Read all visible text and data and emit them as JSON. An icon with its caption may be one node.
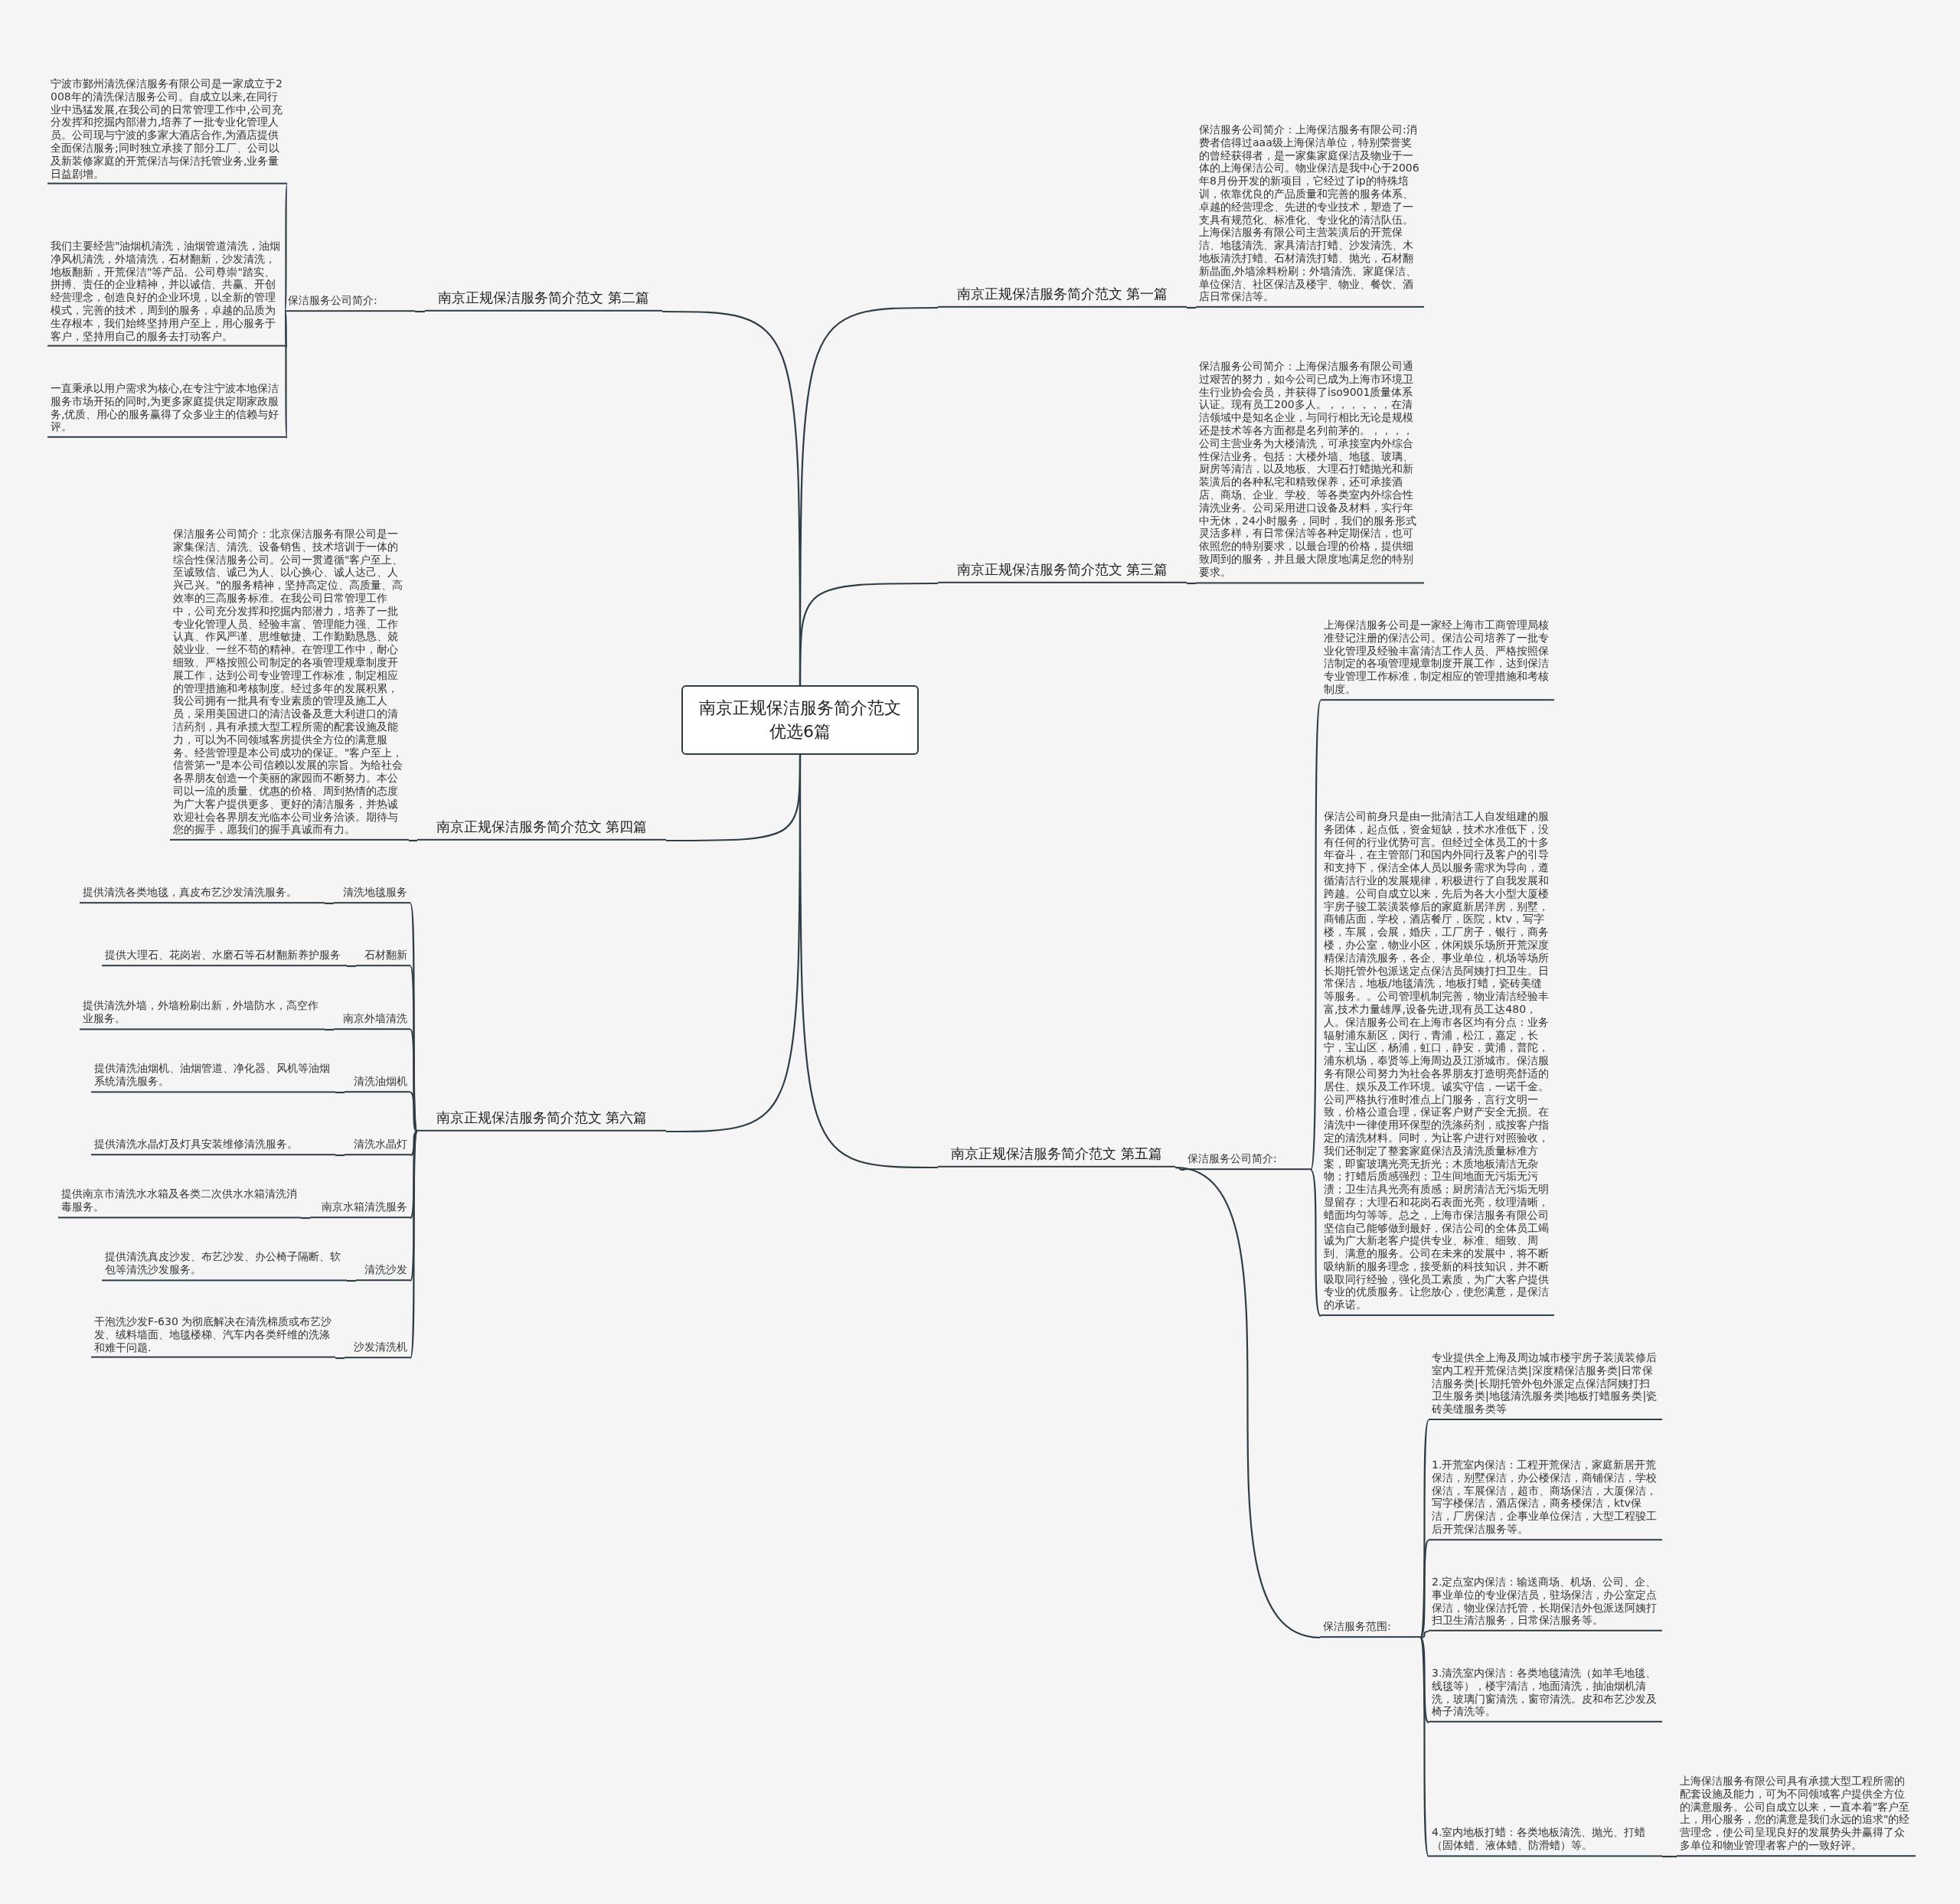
{
  "diagram": {
    "nodes": [
      {
        "text": [
          "南京正规保洁服务简介范文优选6篇"
        ]
      },
      {
        "text": [
          "南京正规保洁服务简介范文 第一篇"
        ]
      },
      {
        "text": [
          "保洁服务公司简介：上海保洁服务有限公司:消费者信得过aaa级上海保洁单位，特别荣誉奖的曾经获得者，是一家集家庭保洁及物业于一体的上海保洁公司。物业保洁是我中心于2006年8月份开发的新项目，它经过了ip的特殊培训，依靠优良的产品质量和完善的服务体系、卓越的经营理念、先进的专业技术，塑造了一支具有规范化、标准化、专业化的清洁队伍。上海保洁服务有限公司主营装潢后的开荒保洁、地毯清洗、家具清洁打蜡、沙发清洗、木地板清洗打蜡、石材清洗打蜡、抛光，石材翻新晶面,外墙涂料粉刷；外墙清洗、家庭保洁、单位保洁、社区保洁及楼宇、物业、餐饮、酒店日常保洁等。"
        ]
      },
      {
        "text": [
          "南京正规保洁服务简介范文 第二篇"
        ]
      },
      {
        "text": [
          "保洁服务公司简介:"
        ]
      },
      {
        "text": [
          "宁波市鄞州清洗保洁服务有限公司是一家成立于2008年的清洗保洁服务公司。自成立以来,在同行业中迅猛发展,在我公司的日常管理工作中,公司充分发挥和挖掘内部潜力,培养了一批专业化管理人员。公司现与宁波的多家大酒店合作,为酒店提供全面保洁服务;同时独立承接了部分工厂、公司以及新装修家庭的开荒保洁与保洁托管业务,业务量日益剧增。"
        ]
      },
      {
        "text": [
          "我们主要经营\"油烟机清洗，油烟管道清洗，油烟净风机清洗，外墙清洗，石材翻新，沙发清洗，地板翻新，开荒保洁\"等产品。公司尊崇\"踏实、拼搏、责任的企业精神，并以诚信、共赢、开创经营理念，创造良好的企业环境，以全新的管理模式，完善的技术，周到的服务，卓越的品质为生存根本，我们始终坚持用户至上，用心服务于客户，坚持用自己的服务去打动客户。"
        ]
      },
      {
        "text": [
          "一直秉承以用户需求为核心,在专注宁波本地保洁服务市场开拓的同时,为更多家庭提供定期家政服务,优质、用心的服务赢得了众多业主的信赖与好评。"
        ]
      },
      {
        "text": [
          "南京正规保洁服务简介范文 第三篇"
        ]
      },
      {
        "text": [
          "保洁服务公司简介：上海保洁服务有限公司通过艰苦的努力，如今公司已成为上海市环境卫生行业协会会员，并获得了iso9001质量体系认证。现有员工200多人。，，，，，，在清洁领域中是知名企业，与同行相比无论是规模还是技术等各方面都是名列前茅的。，，，，公司主营业务为大楼清洗，可承接室内外综合性保洁业务。包括：大楼外墙、地毯、玻璃、厨房等清洁，以及地板、大理石打蜡抛光和新装潢后的各种私宅和精致保养，还可承接酒店、商场、企业、学校、等各类室内外综合性清洗业务。公司采用进口设备及材料，实行年中无休，24小时服务，同时，我们的服务形式灵活多样，有日常保洁等各种定期保洁，也可依照您的特别要求，以最合理的价格，提供细致周到的服务，并且最大限度地满足您的特别要求。"
        ]
      },
      {
        "text": [
          "南京正规保洁服务简介范文 第四篇"
        ]
      },
      {
        "text": [
          "保洁服务公司简介：北京保洁服务有限公司是一家集保洁、清洗、设备销售、技术培训于一体的综合性保洁服务公司。公司一贯遵循\"客户至上、至诚致信、诚己为人、以心换心、诚人达己、人兴己兴。\"的服务精神，坚持高定位、高质量、高效率的三高服务标准。在我公司日常管理工作中，公司充分发挥和挖掘内部潜力，培养了一批专业化管理人员、经验丰富、管理能力强、工作认真、作风严谨、思维敏捷、工作勤勤恳恳、兢兢业业、一丝不苟的精神。在管理工作中，耐心细致、严格按照公司制定的各项管理规章制度开展工作，达到公司专业管理工作标准，制定相应的管理措施和考核制度。经过多年的发展积累，我公司拥有一批具有专业素质的管理及施工人员，采用美国进口的清洁设备及意大利进口的清洁药剂，具有承揽大型工程所需的配套设施及能力，可以为不同领域客房提供全方位的满意服务。经营管理是本公司成功的保证。\"客户至上，信誉第一\"是本公司信赖以发展的宗旨。为给社会各界朋友创造一个美丽的家园而不断努力。本公司以一流的质量、优惠的价格、周到热情的态度为广大客户提供更多、更好的清洁服务，并热诚欢迎社会各界朋友光临本公司业务洽谈。期待与您的握手，愿我们的握手真诚而有力。"
        ]
      },
      {
        "text": [
          "南京正规保洁服务简介范文 第五篇"
        ]
      },
      {
        "text": [
          "保洁服务公司简介:"
        ]
      },
      {
        "text": [
          "上海保洁服务公司是一家经上海市工商管理局核准登记注册的保洁公司。保洁公司培养了一批专业化管理及经验丰富清洁工作人员、严格按照保洁制定的各项管理规章制度开展工作，达到保洁专业管理工作标准，制定相应的管理措施和考核制度。"
        ]
      },
      {
        "text": [
          "保洁公司前身只是由一批清洁工人自发组建的服务团体，起点低，资金短缺，技术水准低下，没有任何的行业优势可言。但经过全体员工的十多年奋斗，在主管部门和国内外同行及客户的引导和支持下，保洁全体人员以服务需求为导向，遵循清洁行业的发展规律，积极进行了自我发展和跨越。公司自成立以来，先后为各大小型大厦楼宇房子骏工装潢装修后的家庭新居洋房，别墅，商铺店面，学校，酒店餐厅，医院，ktv，写字楼，车展，会展，婚庆，工厂房子，银行，商务楼，办公室，物业小区，休闲娱乐场所开荒深度精保洁清洗服务，各企、事业单位，机场等场所长期托管外包派送定点保洁员阿姨打扫卫生。日常保洁，地板/地毯清洗，地板打蜡，瓷砖美缝等服务。。公司管理机制完善，物业清洁经验丰富,技术力量雄厚,设备先进,现有员工达480，人。保洁服务公司在上海市各区均有分点：业务辐射浦东新区，闵行，青浦，松江，嘉定，长宁，宝山区，杨浦，虹口，静安，黄浦，普陀，浦东机场，奉贤等上海周边及江浙城市。保洁服务有限公司努力为社会各界朋友打造明亮舒适的居住、娱乐及工作环境。诚实守信，一诺千金。公司严格执行准时准点上门服务，言行文明一致，价格公道合理，保证客户财产安全无损。在清洗中一律使用环保型的洗涤药剂，或按客户指定的清洗材料。同时，为让客户进行对照验收，我们还制定了整套家庭保洁及清洗质量标准方案，即窗玻璃光亮无折光；木质地板清洁无杂物；打蜡后质感强烈；卫生间地面无污垢无污渍；卫生洁具光亮有质感；厨房清洁无污垢无明显留存；大理石和花岗石表面光亮，纹理清晰，蜡面均匀等等。总之，上海市保洁服务有限公司坚信自己能够做到最好，保洁公司的全体员工竭诚为广大新老客户提供专业、标准、细致、周到、满意的服务。公司在未来的发展中，将不断吸纳新的服务理念，接受新的科技知识，并不断吸取同行经验，强化员工素质，为广大客户提供专业的优质服务。让您放心，使您满意，是保洁的承诺。"
        ]
      },
      {
        "text": [
          "保洁服务范围:"
        ]
      },
      {
        "text": [
          "专业提供全上海及周边城市楼宇房子装潢装修后室内工程开荒保洁类|深度精保洁服务类|日常保洁服务类|长期托管外包外派定点保洁阿姨打扫卫生服务类|地毯清洗服务类|地板打蜡服务类|瓷砖美缝服务类等"
        ]
      },
      {
        "text": [
          "1.开荒室内保洁：工程开荒保洁，家庭新居开荒保洁，别墅保洁，办公楼保洁，商铺保洁，学校保洁，车展保洁，超市、商场保洁，大厦保洁，写字楼保洁，酒店保洁，商务楼保洁，ktv保洁，厂房保洁，企事业单位保洁，大型工程骏工后开荒保洁服务等。"
        ]
      },
      {
        "text": [
          "2.定点室内保洁：输送商场、机场、公司、企、事业单位的专业保洁员，驻场保洁，办公室定点保洁，物业保洁托管，长期保洁外包派送阿姨打扫卫生清洁服务，日常保洁服务等。"
        ]
      },
      {
        "text": [
          "3.清洗室内保洁：各类地毯清洗（如羊毛地毯、线毯等），楼宇清洁，地面清洗，抽油烟机清洗，玻璃门窗清洗，窗帘清洗。皮和布艺沙发及椅子清洗等。"
        ]
      },
      {
        "text": [
          "4.室内地板打蜡：各类地板清洗、抛光、打蜡（固体蜡、液体蜡、防滑蜡）等。"
        ]
      },
      {
        "text": [
          "上海保洁服务有限公司具有承揽大型工程所需的配套设施及能力，可为不同领域客户提供全方位的满意服务。公司自成立以来，一直本着\"客户至上，用心服务，您的满意是我们永远的追求\"的经营理念，使公司呈现良好的发展势头并赢得了众多单位和物业管理者客户的一致好评。"
        ]
      },
      {
        "text": [
          "南京正规保洁服务简介范文 第六篇"
        ]
      },
      {
        "text": [
          "清洗地毯服务"
        ]
      },
      {
        "text": [
          "提供清洗各类地毯，真皮布艺沙发清洗服务。"
        ]
      },
      {
        "text": [
          "石材翻新"
        ]
      },
      {
        "text": [
          "提供大理石、花岗岩、水磨石等石材翻新养护服务"
        ]
      },
      {
        "text": [
          "南京外墙清洗"
        ]
      },
      {
        "text": [
          "提供清洗外墙，外墙粉刷出新，外墙防水，高空作业服务。"
        ]
      },
      {
        "text": [
          "清洗油烟机"
        ]
      },
      {
        "text": [
          "提供清洗油烟机、油烟管道、净化器、风机等油烟系统清洗服务。"
        ]
      },
      {
        "text": [
          "清洗水晶灯"
        ]
      },
      {
        "text": [
          "提供清洗水晶灯及灯具安装维修清洗服务。"
        ]
      },
      {
        "text": [
          "南京水箱清洗服务"
        ]
      },
      {
        "text": [
          "提供南京市清洗水水箱及各类二次供水水箱清洗消毒服务。"
        ]
      },
      {
        "text": [
          "清洗沙发"
        ]
      },
      {
        "text": [
          "提供清洗真皮沙发、布艺沙发、办公椅子隔断、软包等清洗沙发服务。"
        ]
      },
      {
        "text": [
          "沙发清洗机"
        ]
      },
      {
        "text": [
          "干泡洗沙发F-630 为彻底解决在清洗棉质或布艺沙发、绒料墙面、地毯楼梯、汽车内各类纤维的洗涤和难干问题."
        ]
      }
    ],
    "edges": [
      {
        "from": 0,
        "to": 1,
        "arrow": "none"
      },
      {
        "from": 1,
        "to": 2,
        "arrow": "none"
      },
      {
        "from": 0,
        "to": 3,
        "arrow": "none"
      },
      {
        "from": 3,
        "to": 4,
        "arrow": "none"
      },
      {
        "from": 4,
        "to": 5,
        "arrow": "none"
      },
      {
        "from": 4,
        "to": 6,
        "arrow": "none"
      },
      {
        "from": 4,
        "to": 7,
        "arrow": "none"
      },
      {
        "from": 0,
        "to": 8,
        "arrow": "none"
      },
      {
        "from": 8,
        "to": 9,
        "arrow": "none"
      },
      {
        "from": 0,
        "to": 10,
        "arrow": "none"
      },
      {
        "from": 10,
        "to": 11,
        "arrow": "none"
      },
      {
        "from": 0,
        "to": 12,
        "arrow": "none"
      },
      {
        "from": 12,
        "to": 13,
        "arrow": "none"
      },
      {
        "from": 13,
        "to": 14,
        "arrow": "none"
      },
      {
        "from": 13,
        "to": 15,
        "arrow": "none"
      },
      {
        "from": 12,
        "to": 16,
        "arrow": "none"
      },
      {
        "from": 16,
        "to": 17,
        "arrow": "none"
      },
      {
        "from": 16,
        "to": 18,
        "arrow": "none"
      },
      {
        "from": 16,
        "to": 19,
        "arrow": "none"
      },
      {
        "from": 16,
        "to": 20,
        "arrow": "none"
      },
      {
        "from": 16,
        "to": 21,
        "arrow": "none"
      },
      {
        "from": 21,
        "to": 22,
        "arrow": "none"
      },
      {
        "from": 0,
        "to": 23,
        "arrow": "none"
      },
      {
        "from": 23,
        "to": 24,
        "arrow": "none"
      },
      {
        "from": 24,
        "to": 25,
        "arrow": "none"
      },
      {
        "from": 23,
        "to": 26,
        "arrow": "none"
      },
      {
        "from": 26,
        "to": 27,
        "arrow": "none"
      },
      {
        "from": 23,
        "to": 28,
        "arrow": "none"
      },
      {
        "from": 28,
        "to": 29,
        "arrow": "none"
      },
      {
        "from": 23,
        "to": 30,
        "arrow": "none"
      },
      {
        "from": 30,
        "to": 31,
        "arrow": "none"
      },
      {
        "from": 23,
        "to": 32,
        "arrow": "none"
      },
      {
        "from": 32,
        "to": 33,
        "arrow": "none"
      },
      {
        "from": 23,
        "to": 34,
        "arrow": "none"
      },
      {
        "from": 34,
        "to": 35,
        "arrow": "none"
      },
      {
        "from": 23,
        "to": 36,
        "arrow": "none"
      },
      {
        "from": 36,
        "to": 37,
        "arrow": "none"
      },
      {
        "from": 23,
        "to": 38,
        "arrow": "none"
      },
      {
        "from": 38,
        "to": 39,
        "arrow": "none"
      }
    ]
  }
}
